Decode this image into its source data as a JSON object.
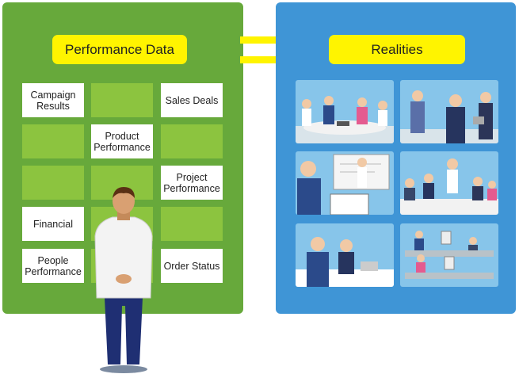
{
  "left_panel": {
    "title": "Performance Data",
    "cells": [
      {
        "label": "Campaign Results"
      },
      {
        "label": ""
      },
      {
        "label": "Sales Deals"
      },
      {
        "label": ""
      },
      {
        "label": "Product Performance"
      },
      {
        "label": ""
      },
      {
        "label": ""
      },
      {
        "label": ""
      },
      {
        "label": "Project Performance"
      },
      {
        "label": "Financial"
      },
      {
        "label": ""
      },
      {
        "label": ""
      },
      {
        "label": "People Performance"
      },
      {
        "label": ""
      },
      {
        "label": "Order Status"
      }
    ]
  },
  "right_panel": {
    "title": "Realities"
  },
  "colors": {
    "left_panel": "#67a93b",
    "grid_cell": "#8cc43f",
    "right_panel": "#3f95d6",
    "title_box": "#fff400",
    "photo_background": "#87c5ea"
  }
}
